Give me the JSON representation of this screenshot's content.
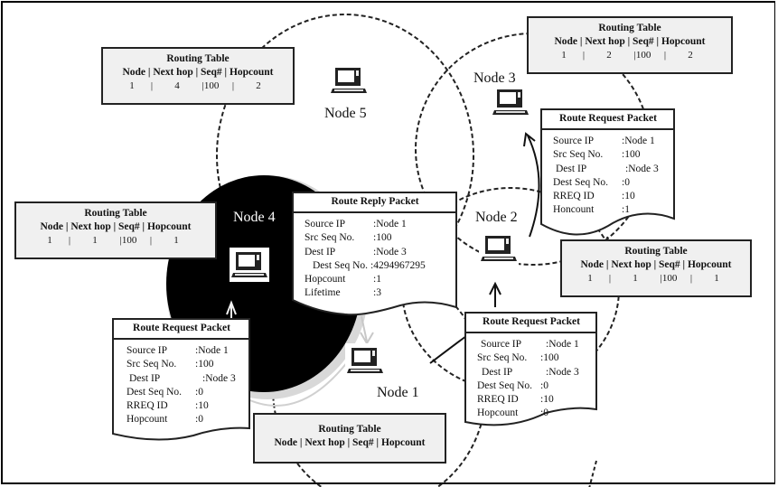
{
  "diagram": {
    "nodes": [
      {
        "id": "node-1",
        "label": "Node 1"
      },
      {
        "id": "node-2",
        "label": "Node 2"
      },
      {
        "id": "node-3",
        "label": "Node 3"
      },
      {
        "id": "node-4",
        "label": "Node 4"
      },
      {
        "id": "node-5",
        "label": "Node 5"
      }
    ],
    "routing_tables": {
      "node5": {
        "title": "Routing Table",
        "header": "Node | Next hop | Seq# | Hopcount",
        "row": [
          "1",
          "|",
          "4",
          "|100",
          "|",
          "2"
        ]
      },
      "node3": {
        "title": "Routing Table",
        "header": "Node | Next hop | Seq# | Hopcount",
        "row": [
          "1",
          "|",
          "2",
          "|100",
          "|",
          "2"
        ]
      },
      "node4": {
        "title": "Routing Table",
        "header": "Node | Next hop | Seq# | Hopcount",
        "row": [
          "1",
          "|",
          "1",
          "|100",
          "|",
          "1"
        ]
      },
      "node2": {
        "title": "Routing Table",
        "header": "Node | Next hop | Seq# | Hopcount",
        "row": [
          "1",
          "|",
          "1",
          "|100",
          "|",
          "1"
        ]
      },
      "node1": {
        "title": "Routing Table",
        "header": "Node | Next hop | Seq# | Hopcount"
      }
    },
    "packets": {
      "rreq_node4": {
        "title": "Route Request Packet",
        "fields": [
          {
            "key": "Source IP",
            "value": ":Node 1"
          },
          {
            "key": "Src Seq No.",
            "value": ":100"
          },
          {
            "key": "Dest IP",
            "value": ":Node 3"
          },
          {
            "key": "Dest Seq No.",
            "value": ":0"
          },
          {
            "key": "RREQ ID",
            "value": ":10"
          },
          {
            "key": "Hopcount",
            "value": ":0"
          }
        ]
      },
      "rreq_node2": {
        "title": "Route Request Packet",
        "fields": [
          {
            "key": "Source IP",
            "value": ":Node 1"
          },
          {
            "key": "Src Seq No.",
            "value": ":100"
          },
          {
            "key": "Dest IP",
            "value": ":Node 3"
          },
          {
            "key": "Dest Seq No.",
            "value": ":0"
          },
          {
            "key": "RREQ ID",
            "value": ":10"
          },
          {
            "key": "Hopcount",
            "value": ":0"
          }
        ]
      },
      "rreq_node3": {
        "title": "Route Request Packet",
        "fields": [
          {
            "key": "Source IP",
            "value": ":Node 1"
          },
          {
            "key": "Src Seq No.",
            "value": ":100"
          },
          {
            "key": "Dest IP",
            "value": ":Node 3"
          },
          {
            "key": "Dest Seq No.",
            "value": ":0"
          },
          {
            "key": "RREQ ID",
            "value": ":10"
          },
          {
            "key": "Honcount",
            "value": ":1"
          }
        ]
      },
      "rrep_node4": {
        "title": "Route Reply Packet",
        "fields": [
          {
            "key": "Source IP",
            "value": ":Node 1"
          },
          {
            "key": "Src Seq No.",
            "value": ":100"
          },
          {
            "key": "Dest IP",
            "value": ":Node 3"
          },
          {
            "key": "Dest Seq No.",
            "value": ":4294967295"
          },
          {
            "key": "Hopcount",
            "value": ":1"
          },
          {
            "key": "Lifetime",
            "value": ":3"
          }
        ]
      }
    },
    "icons": {
      "node": "laptop-icon"
    },
    "colors": {
      "line": "#222222",
      "table_bg": "#f0f0f0",
      "node4_fill": "#000000",
      "halo": "#d8d8d8",
      "reply_arrow": "#c8c8c8"
    }
  }
}
